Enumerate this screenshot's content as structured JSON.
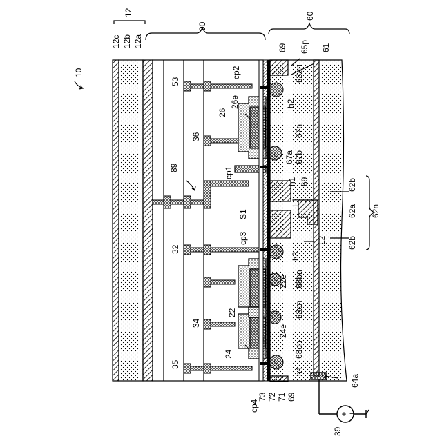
{
  "figure_number": "10",
  "labels": [
    {
      "id": "12c",
      "text": "12c"
    },
    {
      "id": "12b",
      "text": "12b"
    },
    {
      "id": "12a",
      "text": "12a"
    },
    {
      "id": "12",
      "text": "12"
    },
    {
      "id": "90",
      "text": "90"
    },
    {
      "id": "60",
      "text": "60"
    },
    {
      "id": "69-top",
      "text": "69"
    },
    {
      "id": "65p",
      "text": "65p"
    },
    {
      "id": "61",
      "text": "61"
    },
    {
      "id": "53",
      "text": "53"
    },
    {
      "id": "cp2",
      "text": "cp2"
    },
    {
      "id": "68an",
      "text": "68an"
    },
    {
      "id": "h2",
      "text": "h2"
    },
    {
      "id": "26",
      "text": "26"
    },
    {
      "id": "26e",
      "text": "26e"
    },
    {
      "id": "36",
      "text": "36"
    },
    {
      "id": "67n",
      "text": "67n"
    },
    {
      "id": "67a",
      "text": "67a"
    },
    {
      "id": "67b",
      "text": "67b"
    },
    {
      "id": "89",
      "text": "89"
    },
    {
      "id": "cp1",
      "text": "cp1"
    },
    {
      "id": "h1",
      "text": "h1"
    },
    {
      "id": "69-mid",
      "text": "69"
    },
    {
      "id": "L1",
      "text": "L1"
    },
    {
      "id": "62b-top",
      "text": "62b"
    },
    {
      "id": "S1",
      "text": "S1"
    },
    {
      "id": "62a",
      "text": "62a"
    },
    {
      "id": "62n",
      "text": "62n"
    },
    {
      "id": "32",
      "text": "32"
    },
    {
      "id": "cp3",
      "text": "cp3"
    },
    {
      "id": "L2",
      "text": "L2"
    },
    {
      "id": "62b-bot",
      "text": "62b"
    },
    {
      "id": "h3",
      "text": "h3"
    },
    {
      "id": "68bn",
      "text": "68bn"
    },
    {
      "id": "22e",
      "text": "22e"
    },
    {
      "id": "22",
      "text": "22"
    },
    {
      "id": "68cn",
      "text": "68cn"
    },
    {
      "id": "34",
      "text": "34"
    },
    {
      "id": "24e",
      "text": "24e"
    },
    {
      "id": "68dn",
      "text": "68dn"
    },
    {
      "id": "24",
      "text": "24"
    },
    {
      "id": "h4",
      "text": "h4"
    },
    {
      "id": "35",
      "text": "35"
    },
    {
      "id": "cp4",
      "text": "cp4"
    },
    {
      "id": "73",
      "text": "73"
    },
    {
      "id": "72",
      "text": "72"
    },
    {
      "id": "71",
      "text": "71"
    },
    {
      "id": "69-bot",
      "text": "69"
    },
    {
      "id": "64a",
      "text": "64a"
    },
    {
      "id": "39",
      "text": "39"
    }
  ]
}
